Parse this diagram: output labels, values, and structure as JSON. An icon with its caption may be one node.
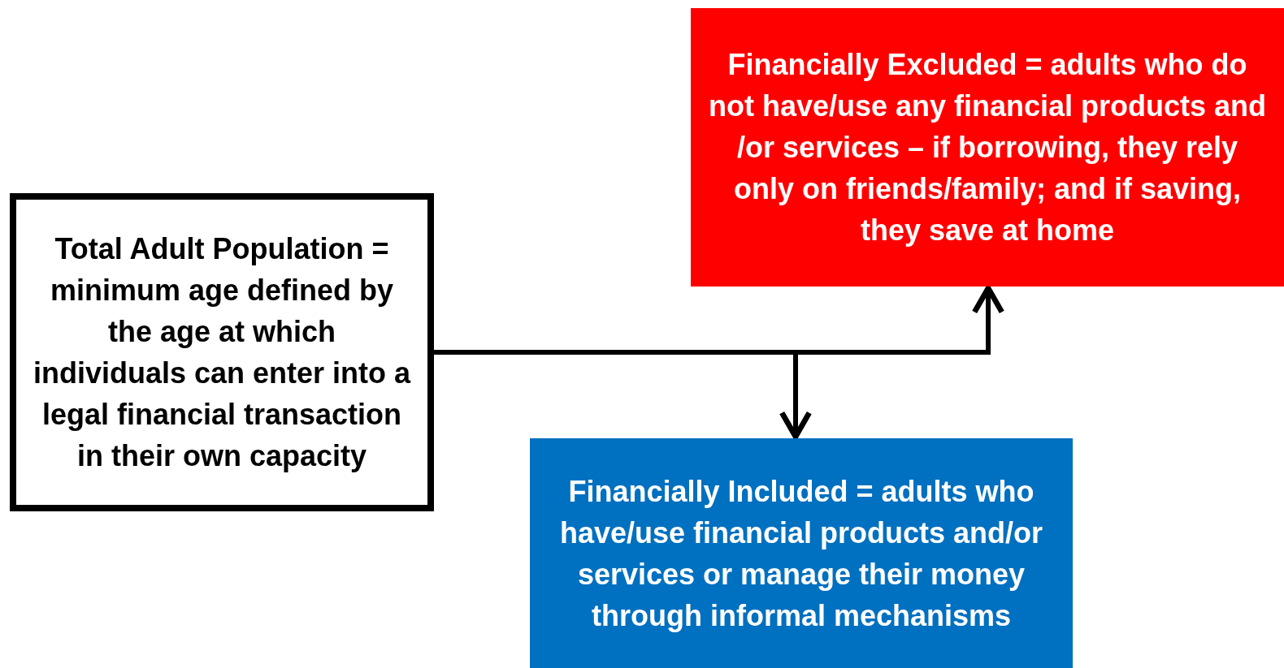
{
  "diagram": {
    "nodes": [
      {
        "text": [
          "Total Adult Population = minimum age defined by the age at which individuals can enter into a legal financial transaction in their own capacity"
        ]
      },
      {
        "text": [
          "Financially Excluded = adults who do not have/use any financial products and /or services – if borrowing, they rely only on friends/family; and if saving, they save at home"
        ]
      },
      {
        "text": [
          "Financially Included = adults who have/use financial products and/or services or manage their money through informal mechanisms"
        ]
      }
    ],
    "edges": [
      {
        "from": 0,
        "to": 1,
        "arrow": "to"
      },
      {
        "from": 0,
        "to": 2,
        "arrow": "to"
      }
    ]
  }
}
